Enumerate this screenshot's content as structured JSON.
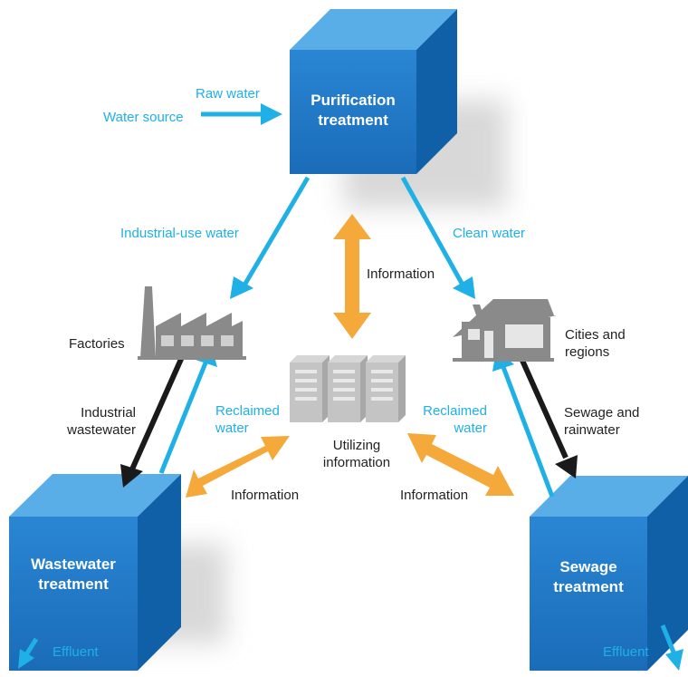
{
  "colors": {
    "box_front": "#1e78c8",
    "box_top": "#5aaee8",
    "box_side": "#1060a8",
    "water_arrow": "#1fb0e6",
    "info_arrow": "#f4a93a",
    "waste_arrow": "#1a1a1a",
    "icon_gray": "#8a8a8a",
    "label_blue": "#1fb0e6",
    "label_dark": "#222222"
  },
  "boxes": {
    "purification": {
      "line1": "Purification",
      "line2": "treatment"
    },
    "wastewater": {
      "line1": "Wastewater",
      "line2": "treatment"
    },
    "sewage": {
      "line1": "Sewage",
      "line2": "treatment"
    }
  },
  "labels": {
    "raw_water": "Raw water",
    "water_source": "Water source",
    "industrial_use_water": "Industrial-use water",
    "clean_water": "Clean water",
    "information_top": "Information",
    "factories": "Factories",
    "cities_line1": "Cities and",
    "cities_line2": "regions",
    "industrial_line1": "Industrial",
    "industrial_line2": "wastewater",
    "reclaimed_left_line1": "Reclaimed",
    "reclaimed_left_line2": "water",
    "reclaimed_right_line1": "Reclaimed",
    "reclaimed_right_line2": "water",
    "sewage_line1": "Sewage and",
    "sewage_line2": "rainwater",
    "utilizing_line1": "Utilizing",
    "utilizing_line2": "information",
    "information_left": "Information",
    "information_right": "Information",
    "effluent_left": "Effluent",
    "effluent_right": "Effluent"
  },
  "icons": [
    "factory-icon",
    "house-icon",
    "server-icon"
  ]
}
